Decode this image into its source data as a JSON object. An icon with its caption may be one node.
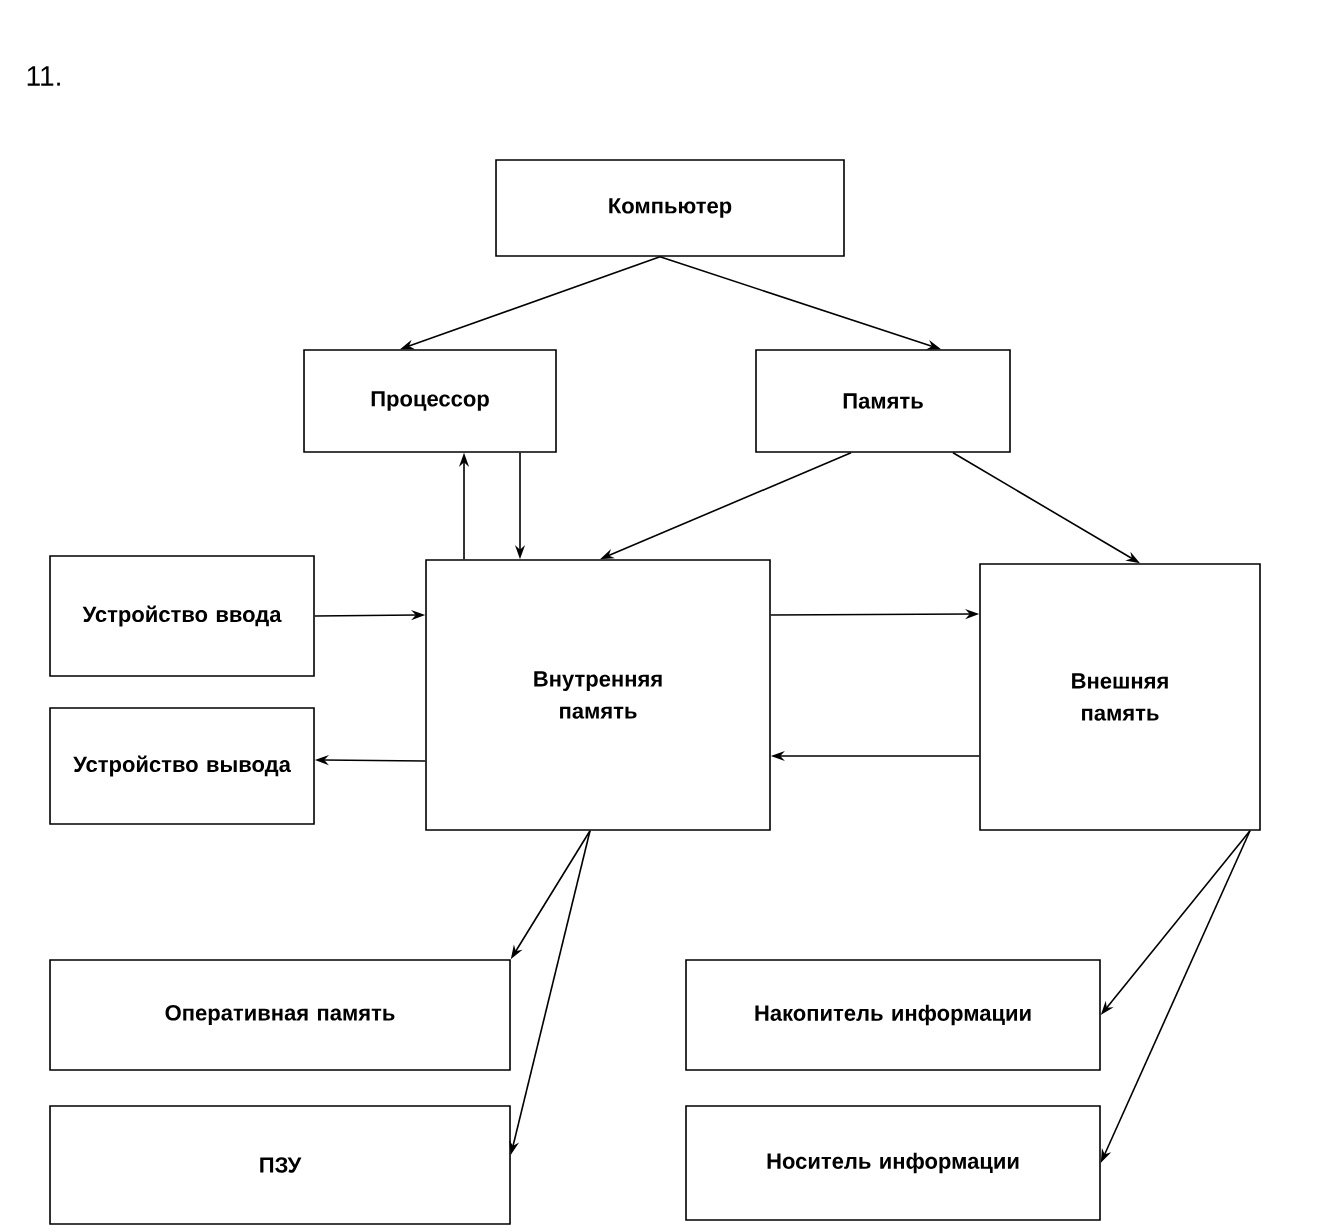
{
  "diagram": {
    "nodes": [
      {
        "text": [
          "Компьютер"
        ]
      },
      {
        "text": [
          "Процессор"
        ]
      },
      {
        "text": [
          "Память"
        ]
      },
      {
        "text": [
          "Устройство ввода"
        ]
      },
      {
        "text": [
          "Внутренняя память"
        ]
      },
      {
        "text": [
          "Внешняя память"
        ]
      },
      {
        "text": [
          "Устройство вывода"
        ]
      },
      {
        "text": [
          "Оперативная память"
        ]
      },
      {
        "text": [
          "Накопитель информации"
        ]
      },
      {
        "text": [
          "ПЗУ"
        ]
      },
      {
        "text": [
          "Носитель информации"
        ]
      }
    ],
    "edges": [
      {
        "from": 0,
        "to": 1,
        "arrow": "to"
      },
      {
        "from": 0,
        "to": 2,
        "arrow": "to"
      },
      {
        "from": 1,
        "to": 4,
        "arrow": "to"
      },
      {
        "from": 4,
        "to": 1,
        "arrow": "to"
      },
      {
        "from": 2,
        "to": 4,
        "arrow": "to"
      },
      {
        "from": 2,
        "to": 5,
        "arrow": "to"
      },
      {
        "from": 3,
        "to": 4,
        "arrow": "to"
      },
      {
        "from": 4,
        "to": 6,
        "arrow": "to"
      },
      {
        "from": 4,
        "to": 5,
        "arrow": "to"
      },
      {
        "from": 5,
        "to": 4,
        "arrow": "to"
      },
      {
        "from": 4,
        "to": 7,
        "arrow": "to"
      },
      {
        "from": 4,
        "to": 9,
        "arrow": "to"
      },
      {
        "from": 5,
        "to": 8,
        "arrow": "to"
      },
      {
        "from": 5,
        "to": 10,
        "arrow": "to"
      }
    ],
    "labels": [
      "11."
    ]
  }
}
